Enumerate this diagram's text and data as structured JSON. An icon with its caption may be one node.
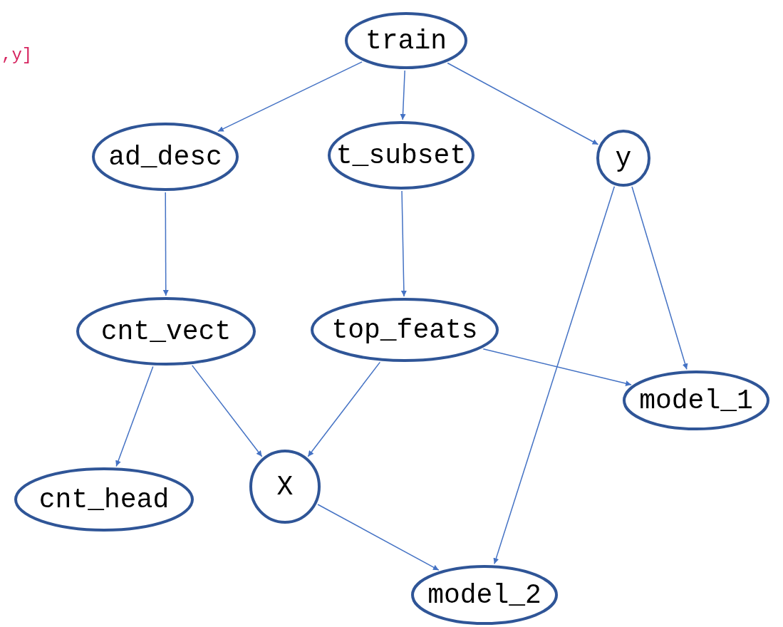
{
  "diagram": {
    "nodes": [
      {
        "text": [
          "train"
        ]
      },
      {
        "text": [
          "ad_desc"
        ]
      },
      {
        "text": [
          "t_subset"
        ]
      },
      {
        "text": [
          "y"
        ]
      },
      {
        "text": [
          "cnt_vect"
        ]
      },
      {
        "text": [
          "top_feats"
        ]
      },
      {
        "text": [
          "model_1"
        ]
      },
      {
        "text": [
          "cnt_head"
        ]
      },
      {
        "text": [
          "X"
        ]
      },
      {
        "text": [
          "model_2"
        ]
      }
    ],
    "edges": [
      {
        "from": 0,
        "to": 1,
        "arrow": "to"
      },
      {
        "from": 0,
        "to": 2,
        "arrow": "to"
      },
      {
        "from": 0,
        "to": 3,
        "arrow": "to"
      },
      {
        "from": 1,
        "to": 4,
        "arrow": "to"
      },
      {
        "from": 2,
        "to": 5,
        "arrow": "to"
      },
      {
        "from": 3,
        "to": 9,
        "arrow": "to"
      },
      {
        "from": 3,
        "to": 6,
        "arrow": "to"
      },
      {
        "from": 5,
        "to": 6,
        "arrow": "to"
      },
      {
        "from": 4,
        "to": 7,
        "arrow": "to"
      },
      {
        "from": 4,
        "to": 8,
        "arrow": "to"
      },
      {
        "from": 5,
        "to": 8,
        "arrow": "to"
      },
      {
        "from": 8,
        "to": 9,
        "arrow": "to"
      }
    ],
    "labels": [
      ",y]"
    ]
  }
}
